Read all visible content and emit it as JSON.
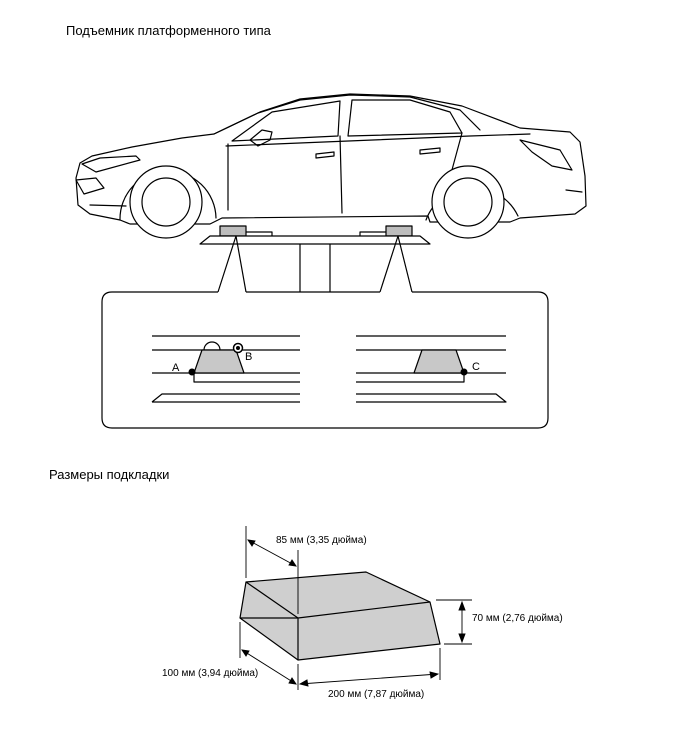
{
  "titles": {
    "lift": "Подъемник платформенного типа",
    "pad": "Размеры подкладки"
  },
  "points": {
    "a": "A",
    "b": "B",
    "c": "C"
  },
  "dimensions": {
    "width": "85 мм (3,35 дюйма)",
    "height": "70 мм (2,76 дюйма)",
    "depth": "100 мм (3,94 дюйма)",
    "length": "200 мм (7,87 дюйма)"
  },
  "colors": {
    "pad_fill": "#cfcfcf",
    "line": "#000000"
  }
}
